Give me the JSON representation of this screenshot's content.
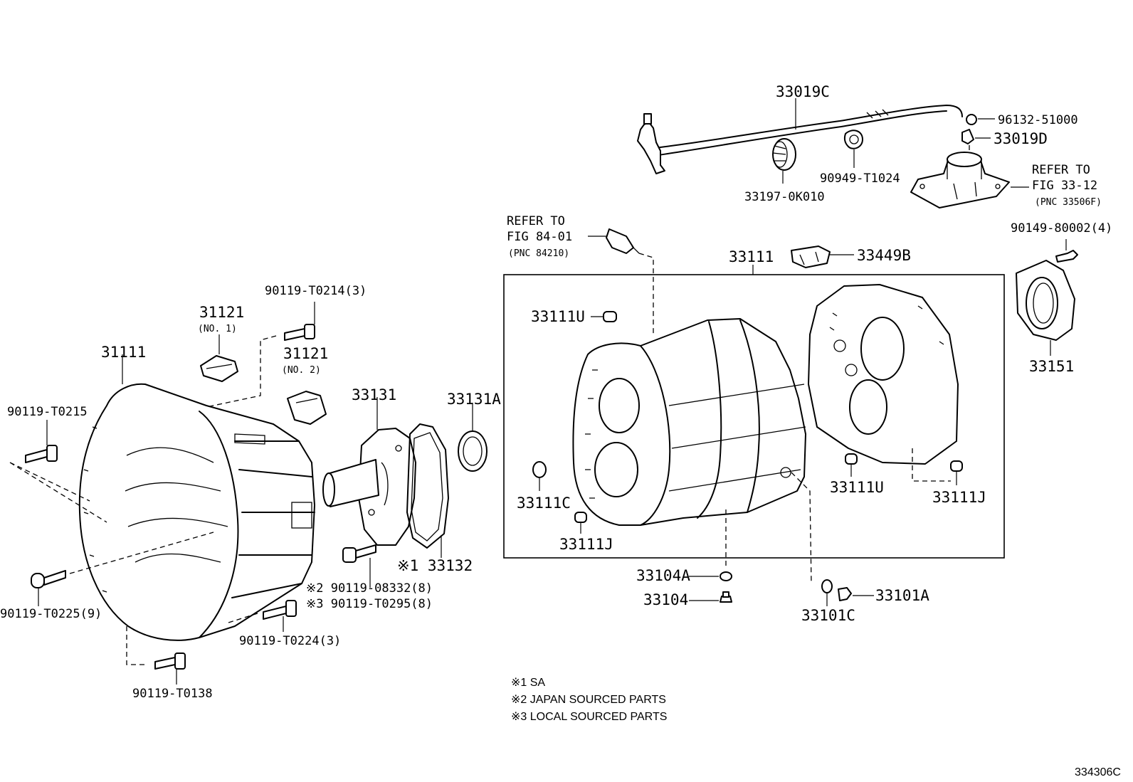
{
  "labels": {
    "p33019C": "33019C",
    "p96132": "96132-51000",
    "p33019D": "33019D",
    "ref3312_1": "REFER TO",
    "ref3312_2": "FIG 33-12",
    "ref3312_3": "(PNC 33506F)",
    "p90949": "90949-T1024",
    "p33197": "33197-0K010",
    "ref8401_1": "REFER TO",
    "ref8401_2": "FIG 84-01",
    "ref8401_3": "(PNC 84210)",
    "p33449B": "33449B",
    "p33111": "33111",
    "p90149": "90149-80002(4)",
    "p33151": "33151",
    "p33111U_a": "33111U",
    "p33111U_b": "33111U",
    "p33111J_a": "33111J",
    "p33111J_b": "33111J",
    "p33111C": "33111C",
    "p33104A": "33104A",
    "p33104": "33104",
    "p33101C": "33101C",
    "p33101A": "33101A",
    "p90119_T0214": "90119-T0214(3)",
    "p31121_1": "31121",
    "p31121_1n": "(NO. 1)",
    "p31121_2": "31121",
    "p31121_2n": "(NO. 2)",
    "p31111": "31111",
    "p33131": "33131",
    "p33131A": "33131A",
    "p90119_T0215": "90119-T0215",
    "p90119_T0225": "90119-T0225(9)",
    "p90119_T0224": "90119-T0224(3)",
    "p90119_T0138": "90119-T0138",
    "p33132": "※1 33132",
    "p90119_08332": "※2 90119-08332(8)",
    "p90119_T0295": "※3 90119-T0295(8)",
    "figure_id": "334306C"
  },
  "notes": [
    "※1 SA",
    "※2 JAPAN SOURCED PARTS",
    "※3 LOCAL SOURCED PARTS"
  ]
}
